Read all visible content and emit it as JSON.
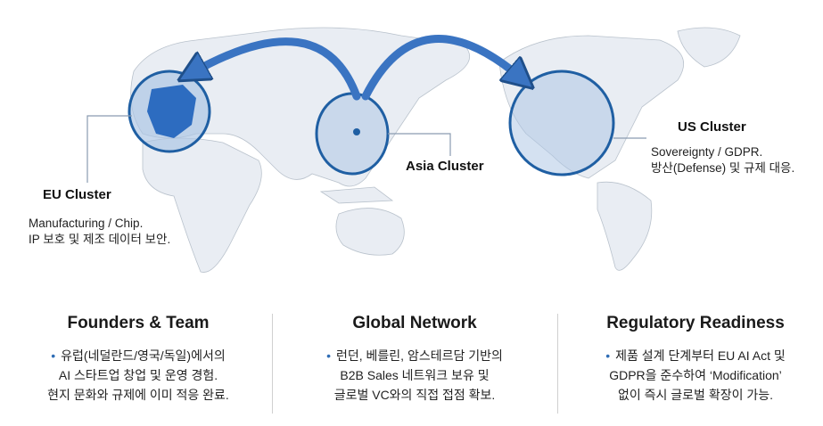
{
  "map": {
    "clusters": [
      {
        "name": "EU Cluster",
        "lines": [
          "Manufacturing / Chip.",
          "IP 보호 및 제조 데이터 보안."
        ]
      },
      {
        "name": "Asia Cluster",
        "lines": []
      },
      {
        "name": "US Cluster",
        "lines": [
          "Sovereignty / GDPR.",
          "방산(Defense) 및 규제 대응."
        ]
      }
    ],
    "colors": {
      "circle_fill": "#a9c3e3",
      "circle_stroke": "#1f5fa3",
      "arrow": "#3a74c2",
      "land": "#e9edf3"
    }
  },
  "sections": [
    {
      "title": "Founders & Team",
      "lines": [
        "유럽(네덜란드/영국/독일)에서의",
        "AI 스타트업 창업 및 운영 경험.",
        "현지 문화와 규제에 이미 적응 완료."
      ]
    },
    {
      "title": "Global Network",
      "lines": [
        "런던, 베를린, 암스테르담 기반의",
        "B2B Sales 네트워크 보유 및",
        "글로벌 VC와의 직접 접점 확보."
      ]
    },
    {
      "title": "Regulatory Readiness",
      "lines": [
        "제품 설계 단계부터 EU AI Act 및",
        "GDPR을 준수하여 ‘Modification’",
        "없이 즉시 글로벌 확장이 가능."
      ]
    }
  ]
}
